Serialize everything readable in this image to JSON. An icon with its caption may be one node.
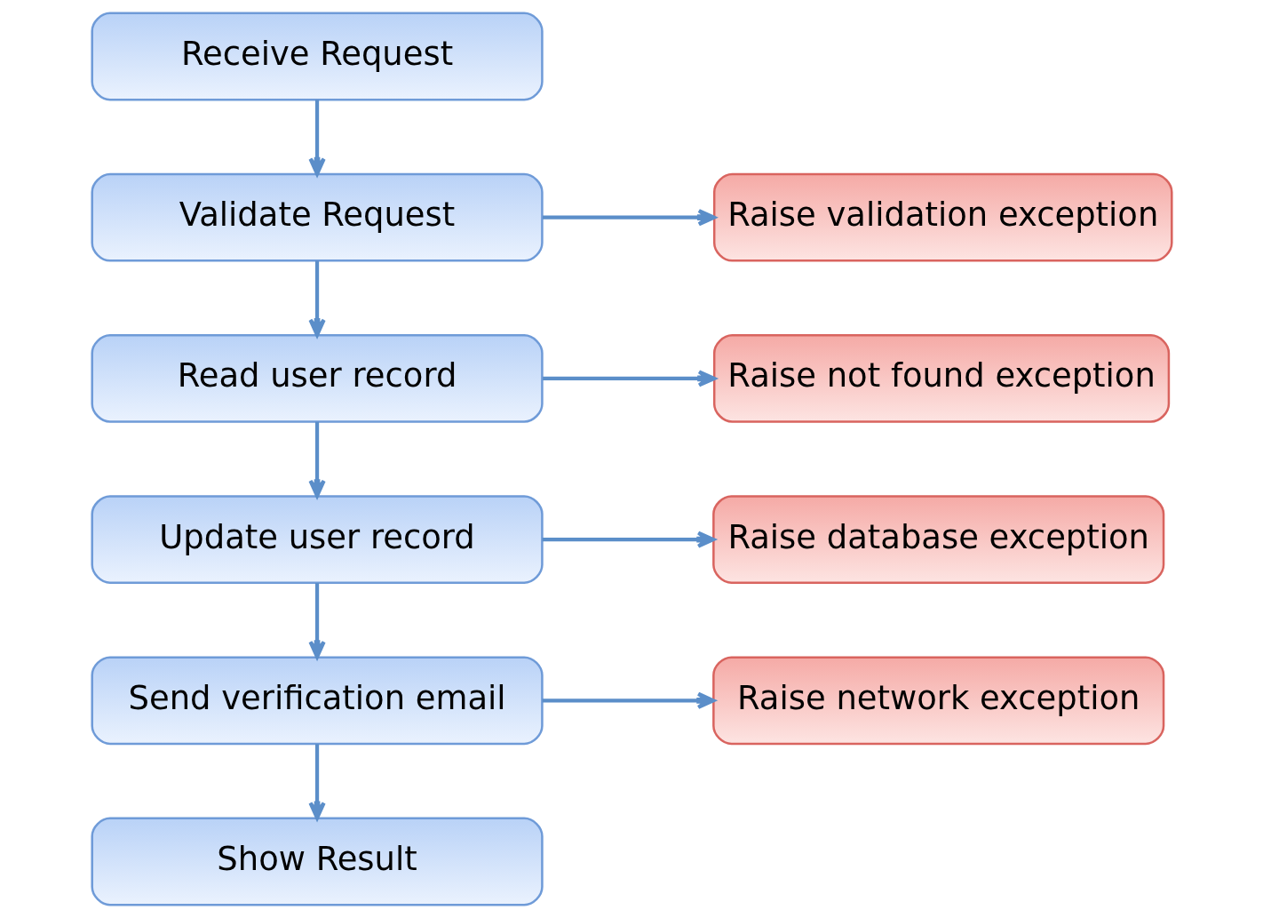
{
  "diagram": {
    "nodes": [
      {
        "text": [
          "Receive Request"
        ]
      },
      {
        "text": [
          "Validate Request"
        ]
      },
      {
        "text": [
          "Raise validation exception"
        ]
      },
      {
        "text": [
          "Read user record"
        ]
      },
      {
        "text": [
          "Raise not found exception"
        ]
      },
      {
        "text": [
          "Update user record"
        ]
      },
      {
        "text": [
          "Raise database exception"
        ]
      },
      {
        "text": [
          "Send verification email"
        ]
      },
      {
        "text": [
          "Raise network exception"
        ]
      },
      {
        "text": [
          "Show Result"
        ]
      }
    ],
    "edges": [
      {
        "from": 0,
        "to": 1,
        "arrow": "to"
      },
      {
        "from": 1,
        "to": 2,
        "arrow": "to"
      },
      {
        "from": 1,
        "to": 3,
        "arrow": "to"
      },
      {
        "from": 3,
        "to": 4,
        "arrow": "to"
      },
      {
        "from": 3,
        "to": 5,
        "arrow": "to"
      },
      {
        "from": 5,
        "to": 6,
        "arrow": "to"
      },
      {
        "from": 5,
        "to": 7,
        "arrow": "to"
      },
      {
        "from": 7,
        "to": 8,
        "arrow": "to"
      },
      {
        "from": 7,
        "to": 9,
        "arrow": "to"
      }
    ]
  }
}
